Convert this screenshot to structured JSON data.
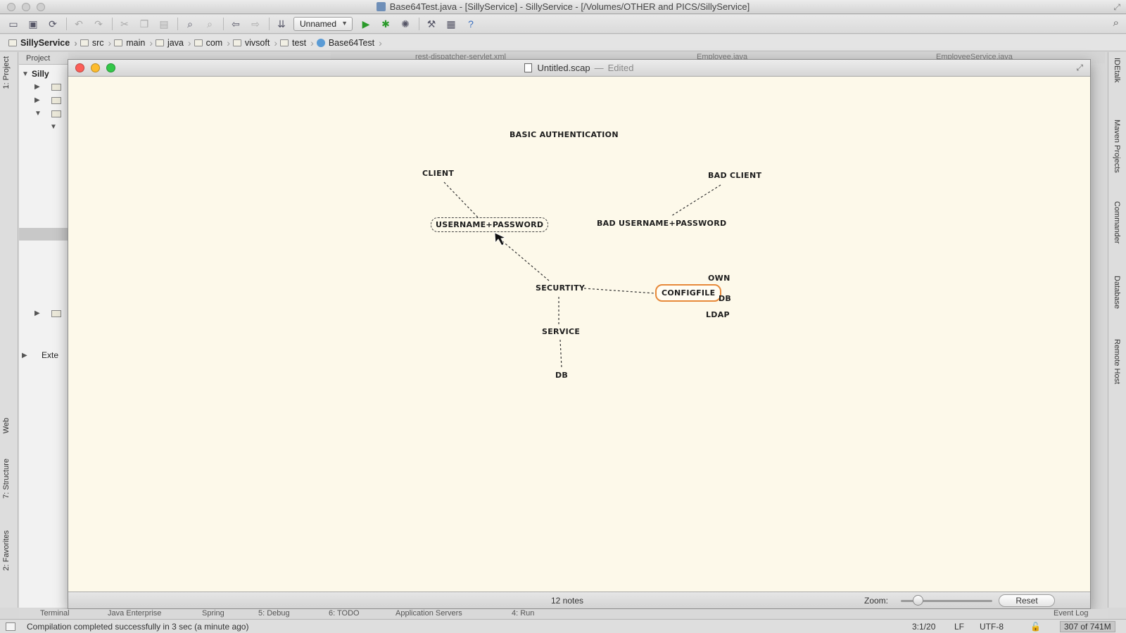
{
  "ide": {
    "window_title": "Base64Test.java - [SillyService] - SillyService - [/Volumes/OTHER and PICS/SillyService]",
    "run_config": "Unnamed",
    "breadcrumbs": [
      "SillyService",
      "src",
      "main",
      "java",
      "com",
      "vivsoft",
      "test",
      "Base64Test"
    ],
    "project_panel_title": "Project",
    "tree_labels": {
      "root": "Silly",
      "external": "Exte"
    },
    "editor_tabs": [
      "rest-dispatcher-servlet.xml",
      "Employee.java",
      "EmployeeService.java"
    ],
    "left_tabs": [
      "1: Project",
      "Web",
      "7: Structure",
      "2: Favorites"
    ],
    "right_tabs": [
      "IDEtalk",
      "Maven Projects",
      "Commander",
      "Database",
      "Remote Host"
    ],
    "bottom_tabs": [
      "Terminal",
      "Java Enterprise",
      "Spring",
      "5: Debug",
      "6: TODO",
      "Application Servers",
      "4: Run",
      "Event Log"
    ],
    "status_message": "Compilation completed successfully in 3 sec (a minute ago)",
    "cursor_pos": "3:1/20",
    "line_sep": "LF",
    "encoding": "UTF-8",
    "memory": "307 of 741M"
  },
  "app": {
    "doc_name": "Untitled.scap",
    "doc_state": "Edited",
    "notes": {
      "title": "BASIC AUTHENTICATION",
      "client": "CLIENT",
      "bad_client": "BAD CLIENT",
      "username_password": "USERNAME+PASSWORD",
      "bad_username_password": "BAD USERNAME+PASSWORD",
      "security": "SECURTITY",
      "configfile": "CONFIGFILE",
      "own": "OWN",
      "db_config": "DB",
      "ldap": "LDAP",
      "service": "SERVICE",
      "db_service": "DB"
    },
    "notes_count": "12 notes",
    "zoom_label": "Zoom:",
    "zoom_level": 0.15,
    "reset_label": "Reset"
  },
  "colors": {
    "canvas_bg": "#fdf9ea",
    "selected_note_border": "#e7893a",
    "close": "#fc5e57",
    "minimize": "#fdbc2e",
    "maximize": "#33c748"
  }
}
